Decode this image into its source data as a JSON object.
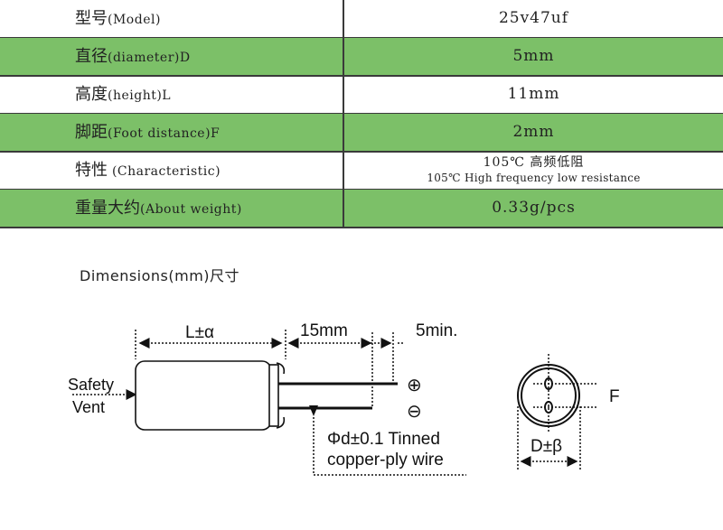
{
  "specs": [
    {
      "label_cn": "型号",
      "label_en": "(Model)",
      "value": "25v47uf"
    },
    {
      "label_cn": "直径",
      "label_en": "(diameter)D",
      "value": "5mm"
    },
    {
      "label_cn": "高度",
      "label_en": "(height)L",
      "value": "11mm"
    },
    {
      "label_cn": "脚距",
      "label_en": "(Foot distance)F",
      "value": "2mm"
    },
    {
      "label_cn": "特性",
      "label_en": " (Characteristic)",
      "value_line1": "105℃ 高频低阻",
      "value_line2": "105℃ High frequency low resistance"
    },
    {
      "label_cn": "重量大约",
      "label_en": "(About weight)",
      "value": "0.33g/pcs"
    }
  ],
  "colors": {
    "green_row": "#7cc068",
    "border": "#3a3a3a"
  },
  "diagram": {
    "title": "Dimensions(mm)尺寸",
    "length_label": "L±α",
    "lead_length_label": "15mm",
    "min_label": "5min.",
    "vent_label_1": "Safety",
    "vent_label_2": "Vent",
    "plus_symbol": "⊕",
    "minus_symbol": "⊖",
    "wire_label_1": "Φd±0.1 Tinned",
    "wire_label_2": "copper-ply wire",
    "diameter_label": "D±β",
    "pitch_label": "F"
  }
}
